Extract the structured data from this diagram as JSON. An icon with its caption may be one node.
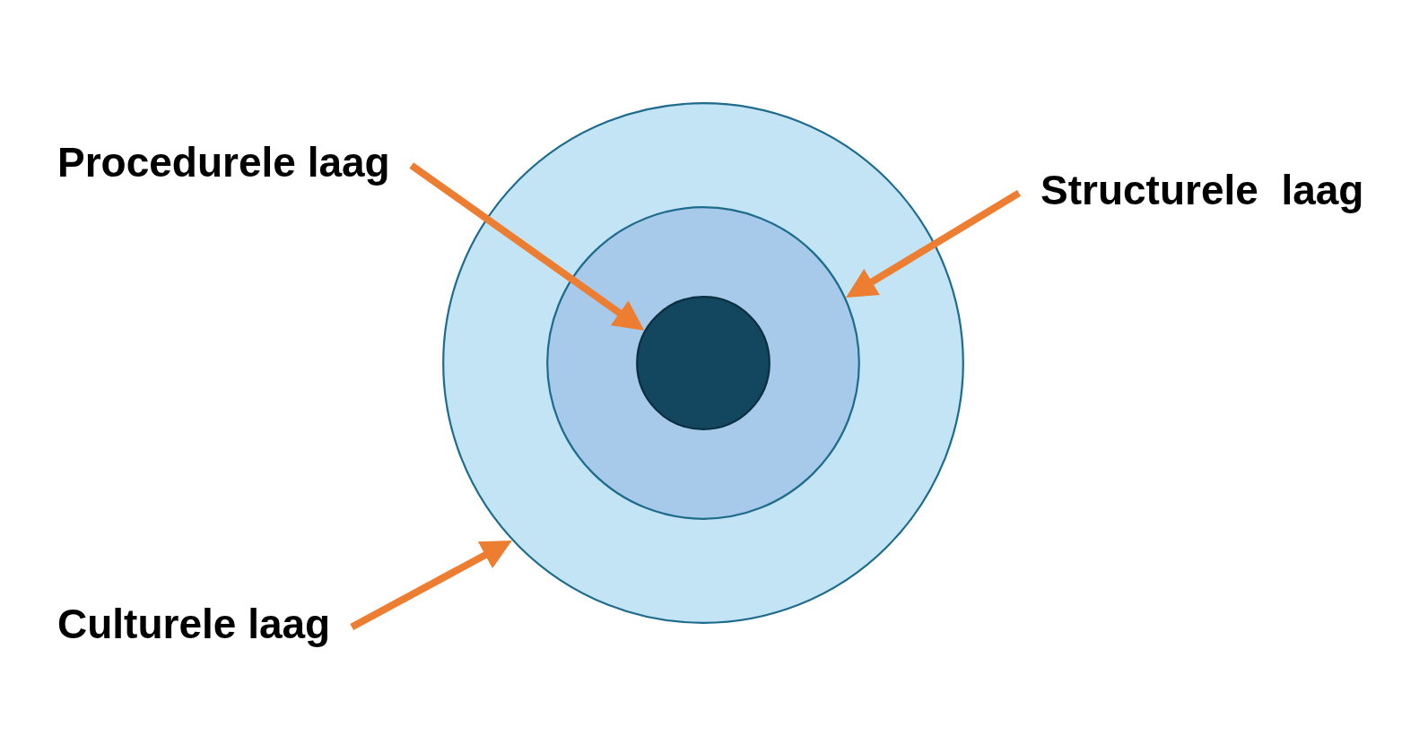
{
  "diagram": {
    "nodes": [
      {
        "text": [],
        "shape": "circle"
      },
      {
        "text": [],
        "shape": "circle",
        "in": 0
      },
      {
        "text": [],
        "shape": "circle",
        "in": 1
      },
      {
        "text": [
          "Procedurele laag"
        ]
      },
      {
        "text": [
          "Structurele  laag"
        ]
      },
      {
        "text": [
          "Culturele laag"
        ]
      }
    ],
    "edges": [
      {
        "from": 3,
        "to": 2,
        "arrow": "to"
      },
      {
        "from": 4,
        "to": 1,
        "arrow": "to"
      },
      {
        "from": 5,
        "to": 0,
        "arrow": "to"
      }
    ]
  }
}
